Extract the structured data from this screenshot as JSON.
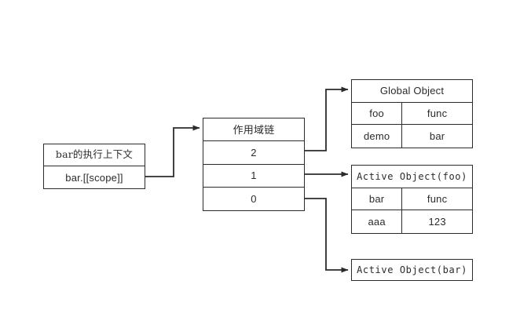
{
  "diagram": {
    "title_visible": false,
    "stroke_color": "#2b2b2b",
    "background_color": "#ffffff",
    "nodes": {
      "execution_context": {
        "header": "bar的执行上下文",
        "rows": [
          {
            "label": "bar.[[scope]]"
          }
        ]
      },
      "scope_chain": {
        "header": "作用域链",
        "rows": [
          {
            "label": "2"
          },
          {
            "label": "1"
          },
          {
            "label": "0"
          }
        ]
      },
      "global_object": {
        "header": "Global Object",
        "rows": [
          {
            "key": "foo",
            "value": "func"
          },
          {
            "key": "demo",
            "value": "bar"
          }
        ]
      },
      "active_object_foo": {
        "header": "Active Object(foo)",
        "rows": [
          {
            "key": "bar",
            "value": "func"
          },
          {
            "key": "aaa",
            "value": "123"
          }
        ]
      },
      "active_object_bar": {
        "header": "Active Object(bar)",
        "rows": []
      }
    },
    "edges": [
      {
        "from": "bar.[[scope]]",
        "to": "作用域链",
        "arrow": "right"
      },
      {
        "from": "2",
        "to": "Global Object",
        "arrow": "right"
      },
      {
        "from": "1",
        "to": "Active Object(foo)",
        "arrow": "right"
      },
      {
        "from": "0",
        "to": "Active Object(bar)",
        "arrow": "right"
      }
    ]
  }
}
